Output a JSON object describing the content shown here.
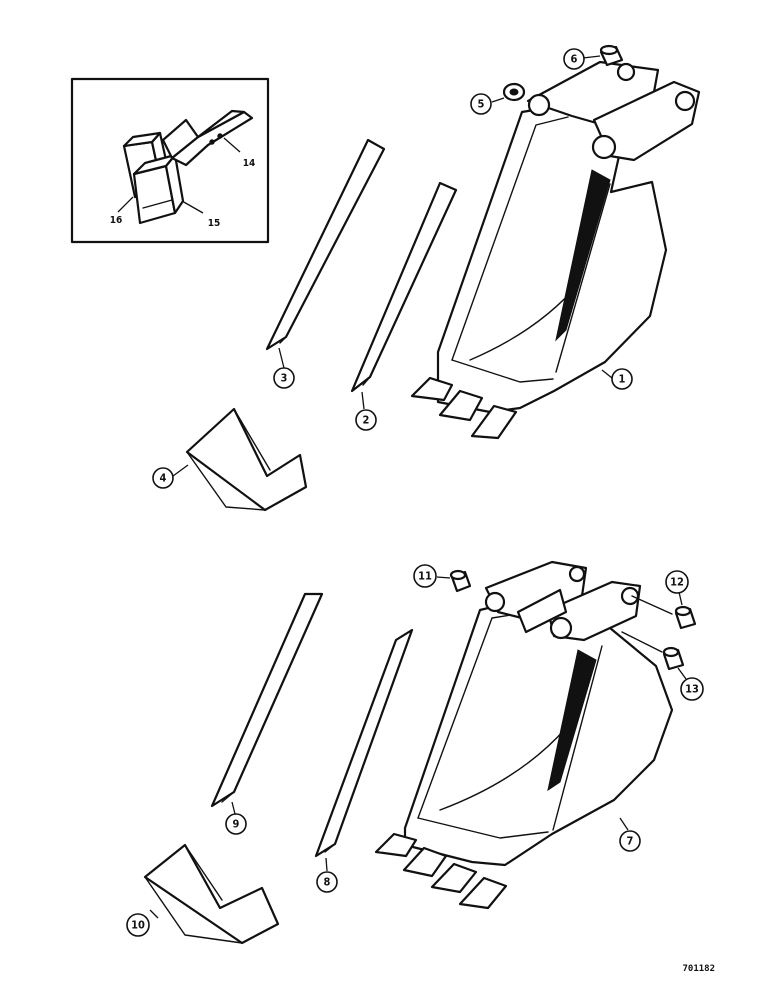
{
  "callouts": {
    "c1": "1",
    "c2": "2",
    "c3": "3",
    "c4": "4",
    "c5": "5",
    "c6": "6",
    "c7": "7",
    "c8": "8",
    "c9": "9",
    "c10": "10",
    "c11": "11",
    "c12": "12",
    "c13": "13"
  },
  "inset_labels": {
    "l14": "14",
    "l15": "15",
    "l16": "16"
  },
  "reference_number": "701182"
}
